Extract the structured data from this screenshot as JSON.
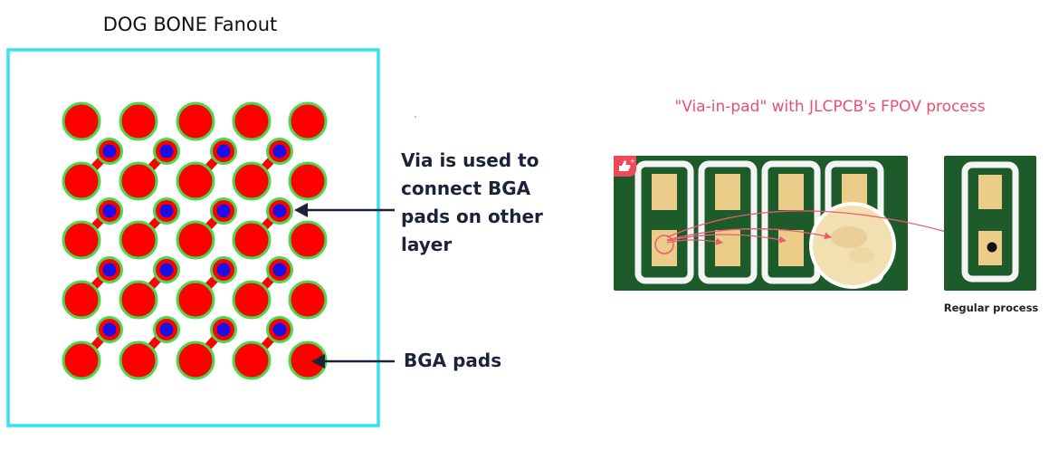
{
  "left_panel": {
    "title": "DOG BONE Fanout",
    "annotation_via": "Via is used to connect BGA pads on other layer",
    "annotation_pads": "BGA pads",
    "colors": {
      "frame": "#33e3ee",
      "pad_fill": "#ff0000",
      "pad_outline": "#4cd74c",
      "via_fill": "#1a10e6",
      "trace": "#ff0000",
      "arrow": "#1c2338"
    }
  },
  "right_panel": {
    "title": "\"Via-in-pad\" with JLCPCB's FPOV process",
    "caption_regular": "Regular process",
    "badge_icon": "thumbs-up-icon",
    "colors": {
      "board": "#1d5c2a",
      "mask_frame": "#f4f4f4",
      "pad": "#ebcc88",
      "arrow": "#ea5c70",
      "title": "#e8506e",
      "badge": "#ee4a5a",
      "via_hole": "#111111"
    }
  }
}
